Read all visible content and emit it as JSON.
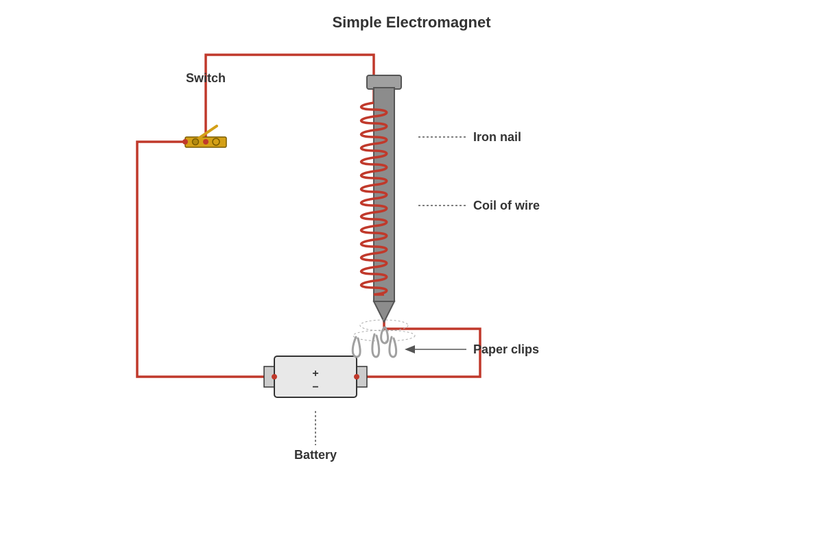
{
  "title": "Simple Electromagnet",
  "labels": {
    "switch": "Switch",
    "iron_nail": "Iron nail",
    "coil_of_wire": "Coil of wire",
    "paper_clips": "Paper clips",
    "battery": "Battery"
  },
  "battery": {
    "positive_sign": "+",
    "negative_sign": "−"
  },
  "colors": {
    "wire": "#c0392b",
    "nail": "#8c8c8c",
    "switch_base": "#d4a017",
    "battery_body": "#e8e8e8",
    "paper_clip": "#a0a0a0",
    "text": "#333333"
  },
  "icons": [
    "switch-icon",
    "battery-icon",
    "nail-icon",
    "paper-clip-icon"
  ]
}
